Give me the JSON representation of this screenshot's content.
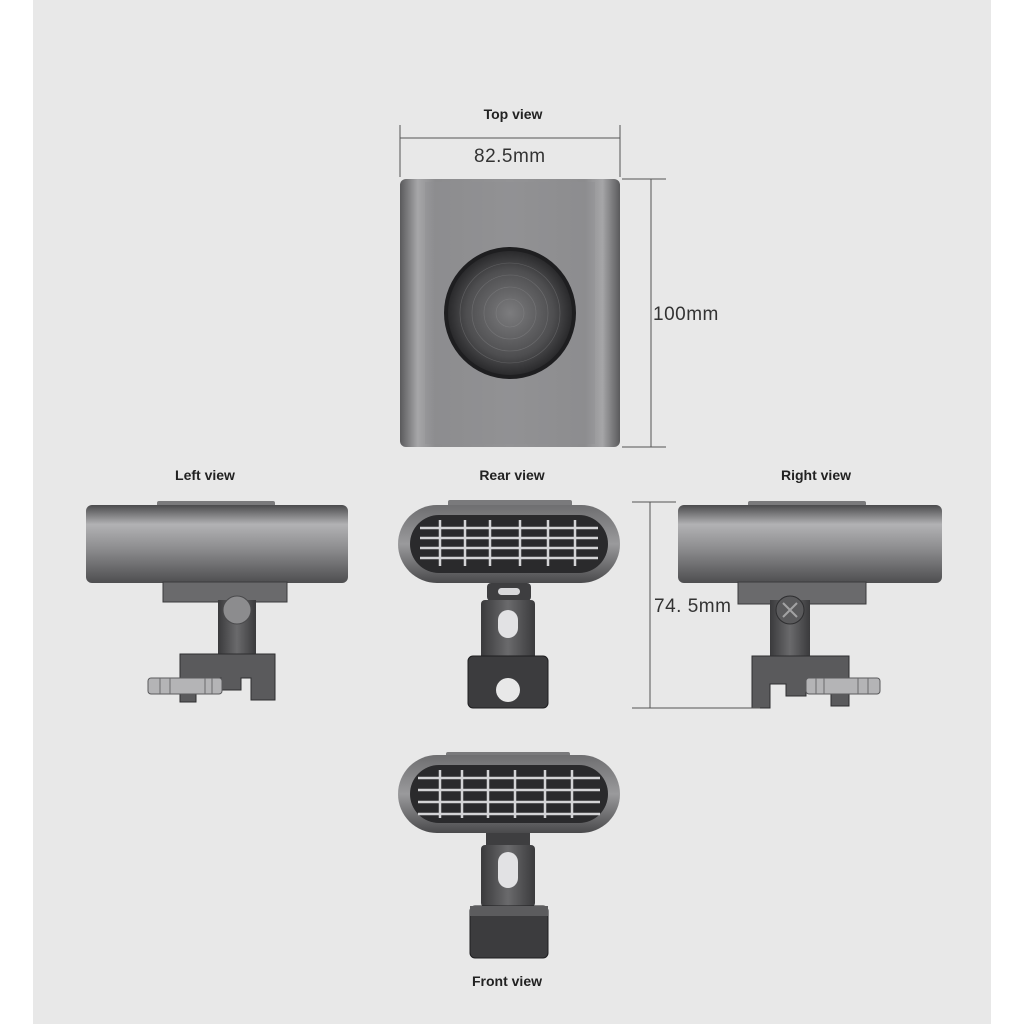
{
  "views": {
    "top": "Top view",
    "left": "Left view",
    "rear": "Rear view",
    "right": "Right view",
    "front": "Front view"
  },
  "dimensions": {
    "width": "82.5mm",
    "length": "100mm",
    "height": "74. 5mm"
  },
  "colors": {
    "background": "#e8e8e8",
    "metal": "#8a8a8c",
    "dark_metal": "#3c3c3e",
    "dimension_line": "#555555"
  },
  "icons": [
    "fan-grille-icon",
    "usb-c-port-icon",
    "clamp-screw-icon"
  ]
}
